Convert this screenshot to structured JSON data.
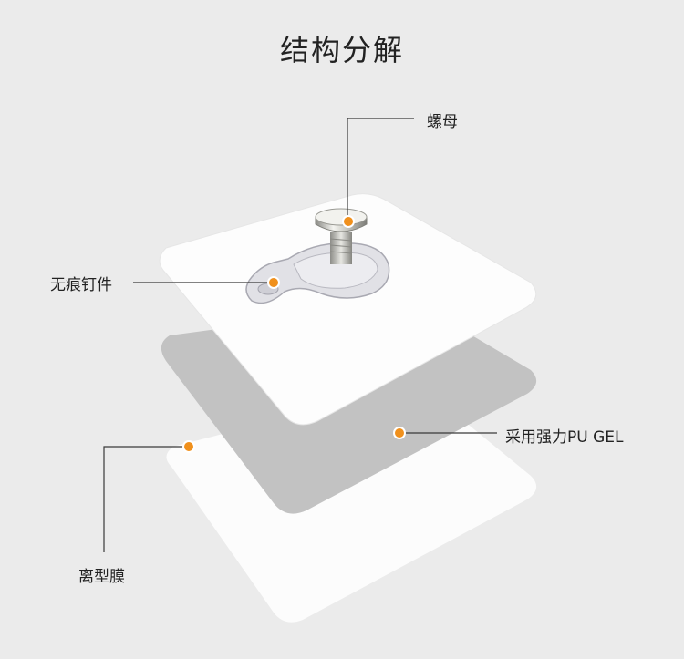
{
  "title": "结构分解",
  "labels": {
    "nut": "螺母",
    "nail": "无痕钉件",
    "gel": "采用强力PU GEL",
    "film": "离型膜"
  },
  "colors": {
    "background": "#ebebeb",
    "callout_dot": "#f0901c",
    "leader_line": "#3a3a3a"
  }
}
